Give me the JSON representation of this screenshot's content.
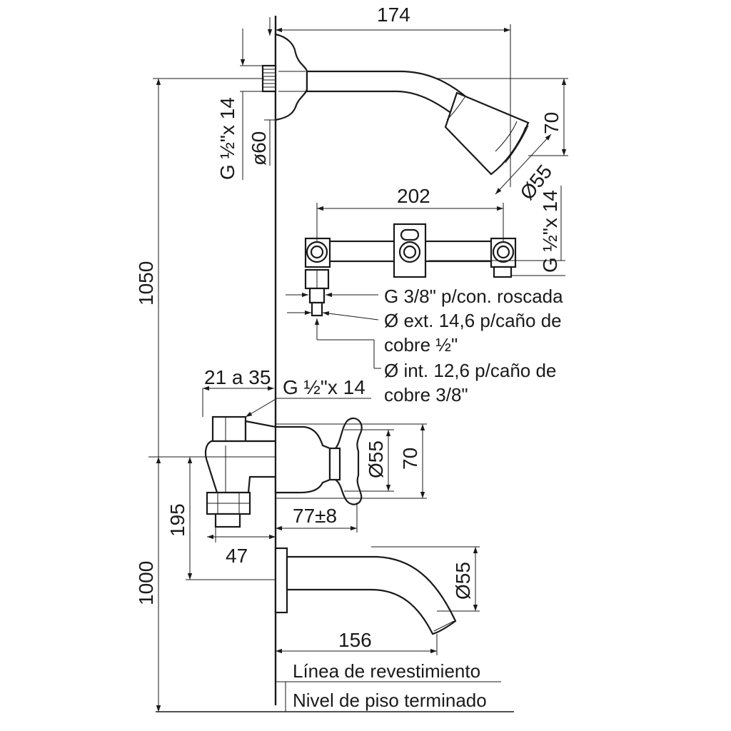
{
  "dims": {
    "top_width": "174",
    "shower_head_height": "70",
    "shower_head_diameter": "Ø55",
    "arm_thread": "G ½\"x 14",
    "flange_diameter": "ø60",
    "total_height": "1050",
    "valve_spacing": "202",
    "valve_thread": "G ½\"x 14",
    "note_1": "G 3/8\" p/con. roscada",
    "note_2a": "Ø ext. 14,6 p/caño de",
    "note_2b": "cobre ½\"",
    "note_3a": "Ø int. 12,6 p/caño de",
    "note_3b": "cobre 3/8\"",
    "mixer_range": "21 a 35",
    "mixer_thread": "G ½\"x 14",
    "mixer_knob_diameter": "Ø55",
    "mixer_knob_height": "70",
    "mixer_depth": "77±8",
    "mixer_low_height": "195",
    "mixer_offset": "47",
    "floor_height": "1000",
    "spout_diameter": "Ø55",
    "spout_length": "156",
    "label_wall": "Línea de revestimiento",
    "label_floor": "Nivel de piso terminado"
  }
}
